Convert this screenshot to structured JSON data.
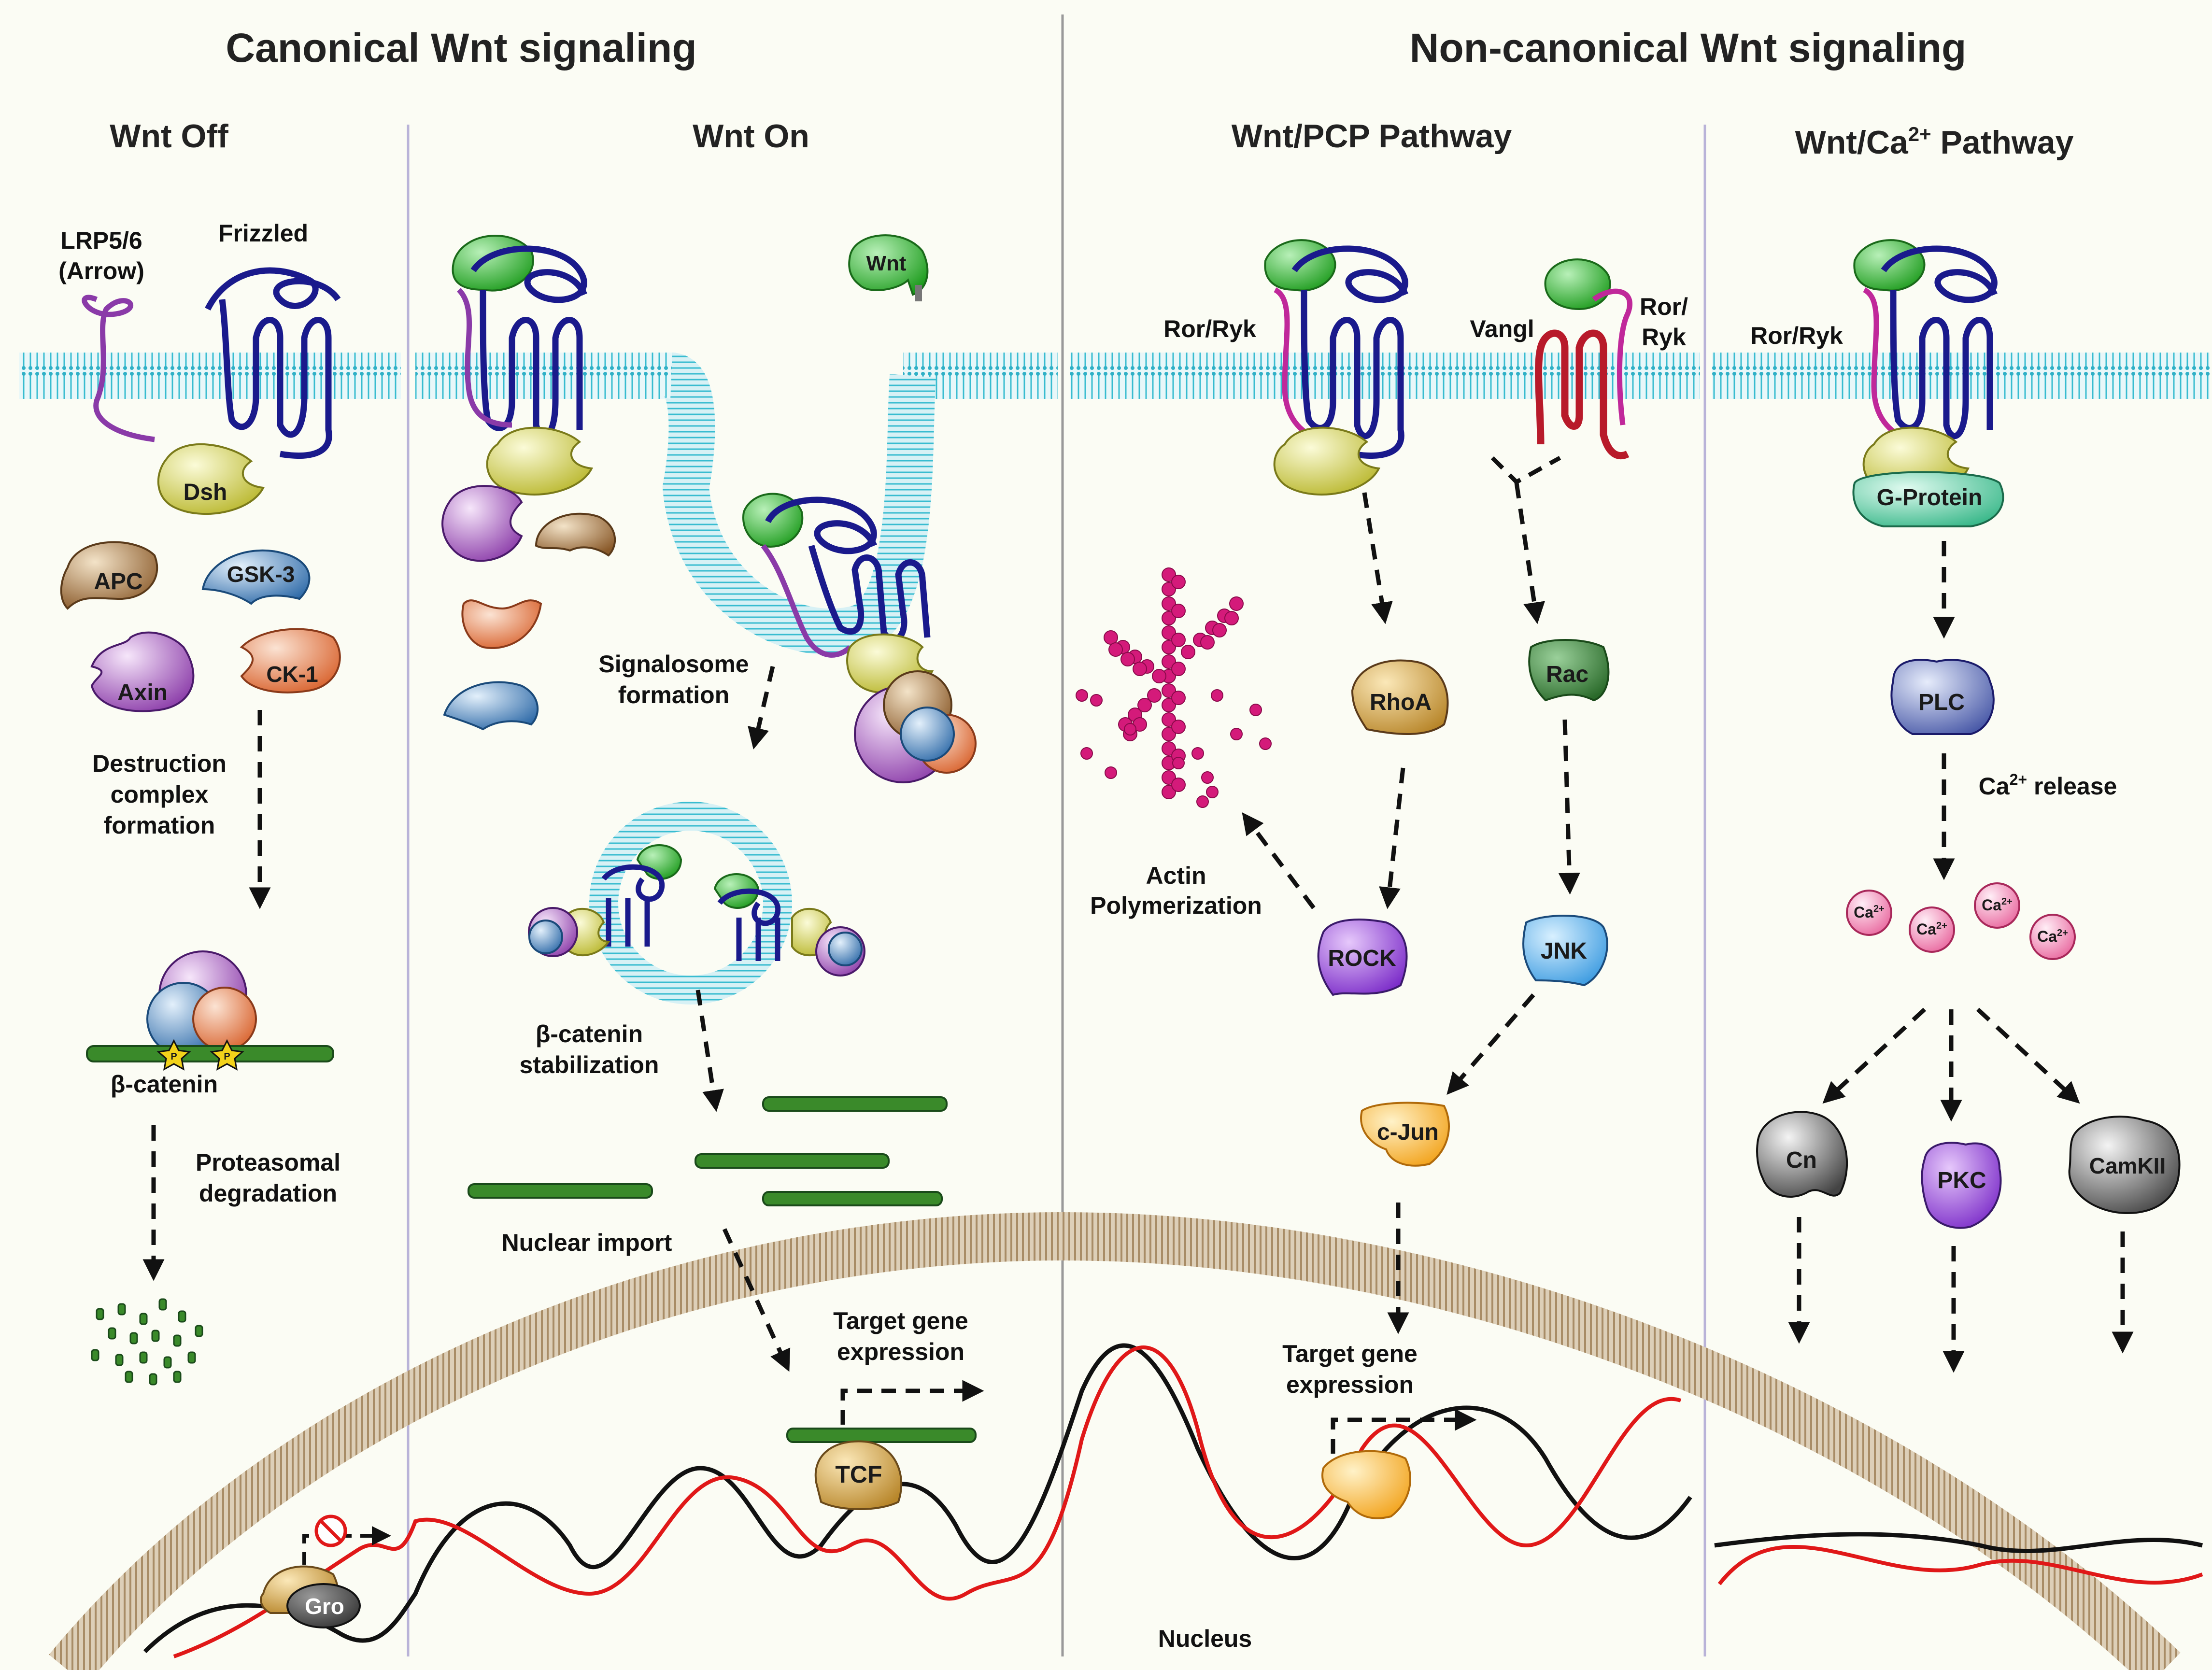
{
  "headers": {
    "canonical": "Canonical Wnt signaling",
    "noncanonical": "Non-canonical Wnt signaling"
  },
  "panels": {
    "wnt_off": "Wnt Off",
    "wnt_on": "Wnt On",
    "pcp": "Wnt/PCP Pathway",
    "ca_prefix": "Wnt/Ca",
    "ca_sup": "2+",
    "ca_suffix": " Pathway"
  },
  "wnt_off": {
    "lrp_line1": "LRP5/6",
    "lrp_line2": "(Arrow)",
    "frizzled": "Frizzled",
    "dsh": "Dsh",
    "apc": "APC",
    "gsk3": "GSK-3",
    "axin": "Axin",
    "ck1": "CK-1",
    "destruction_1": "Destruction",
    "destruction_2": "complex",
    "destruction_3": "formation",
    "p": "P",
    "beta_catenin": "β-catenin",
    "proteasomal_1": "Proteasomal",
    "proteasomal_2": "degradation",
    "gro": "Gro"
  },
  "wnt_on": {
    "wnt": "Wnt",
    "signalosome_1": "Signalosome",
    "signalosome_2": "formation",
    "stabilization_1": "β-catenin",
    "stabilization_2": "stabilization",
    "nuclear_import": "Nuclear import",
    "target_1": "Target gene",
    "target_2": "expression",
    "tcf": "TCF"
  },
  "pcp": {
    "ror_ryk": "Ror/Ryk",
    "vangl": "Vangl",
    "ror2_1": "Ror/",
    "ror2_2": "Ryk",
    "rhoa": "RhoA",
    "rac": "Rac",
    "rock": "ROCK",
    "jnk": "JNK",
    "actin_1": "Actin",
    "actin_2": "Polymerization",
    "cjun": "c-Jun",
    "target_1": "Target gene",
    "target_2": "expression",
    "nucleus": "Nucleus"
  },
  "ca": {
    "ror_ryk": "Ror/Ryk",
    "gprotein": "G-Protein",
    "plc": "PLC",
    "release_prefix": "Ca",
    "release_sup": "2+",
    "release_suffix": " release",
    "ion": "Ca",
    "ion_sup": "2+",
    "cn": "Cn",
    "pkc": "PKC",
    "camkii": "CamKII"
  },
  "colors": {
    "background": "#fbfcf4",
    "membrane": "#3cc0d2",
    "nucleus_envelope": "#b49a78",
    "frizzled": "#1a1a8c",
    "wnt": "#22cc22",
    "beta_catenin": "#3a8a2a",
    "actin": "#d41a7a",
    "calcium": "#f48cc0"
  }
}
